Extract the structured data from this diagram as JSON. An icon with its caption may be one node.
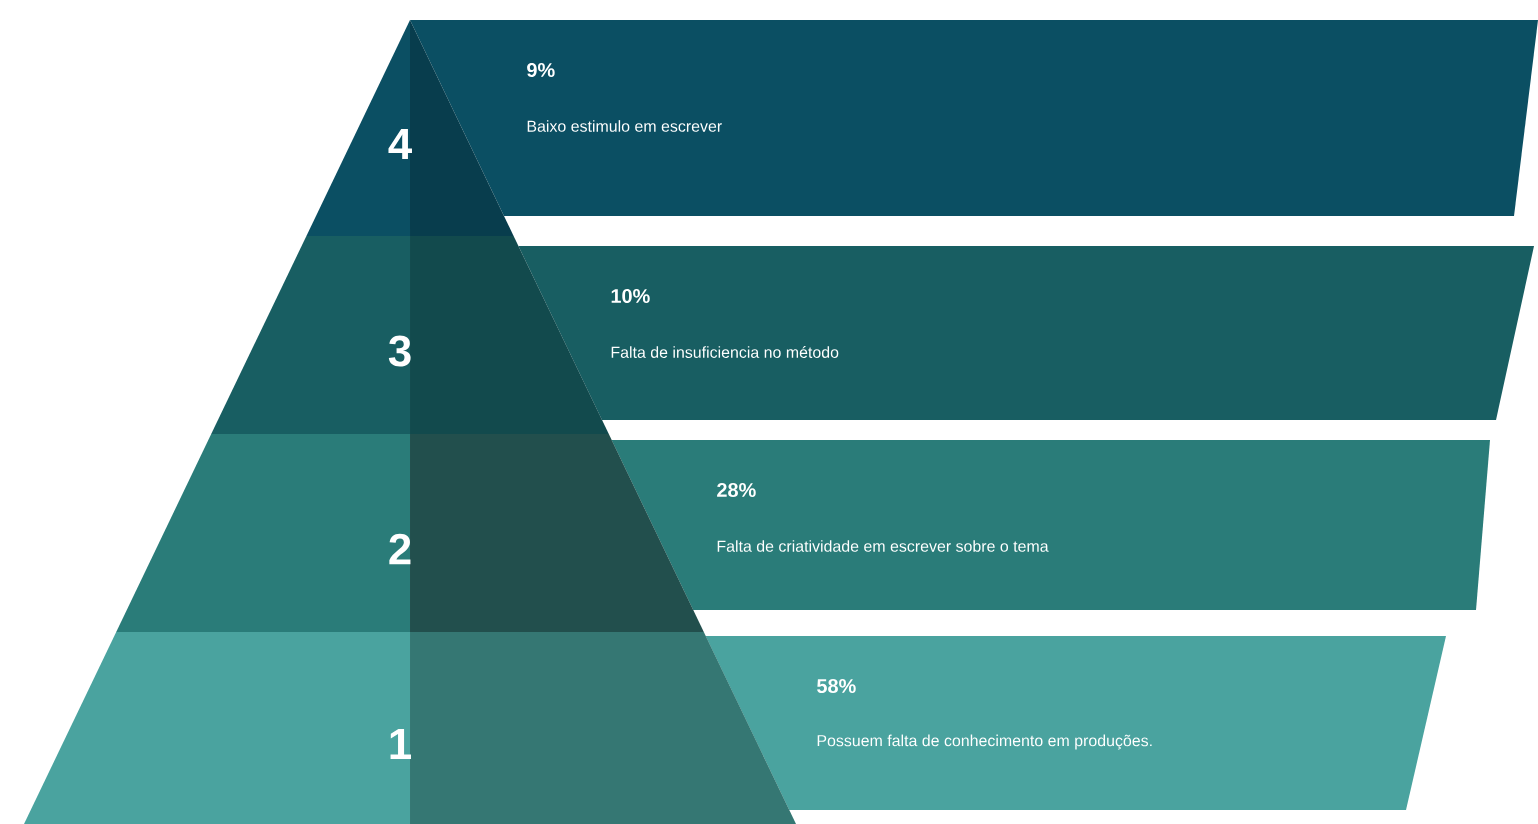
{
  "diagram": {
    "nodes": [
      {
        "text": [
          "4"
        ]
      },
      {
        "text": [
          "9%",
          "Baixo estimulo em escrever"
        ]
      },
      {
        "text": [
          "3"
        ]
      },
      {
        "text": [
          "10%",
          "Falta de insuficiencia no método"
        ]
      },
      {
        "text": [
          "2"
        ]
      },
      {
        "text": [
          "28%",
          "Falta de criatividade em escrever sobre o tema"
        ]
      },
      {
        "text": [
          "1"
        ]
      },
      {
        "text": [
          "58%",
          "Possuem falta de conhecimento em produções."
        ]
      }
    ]
  }
}
